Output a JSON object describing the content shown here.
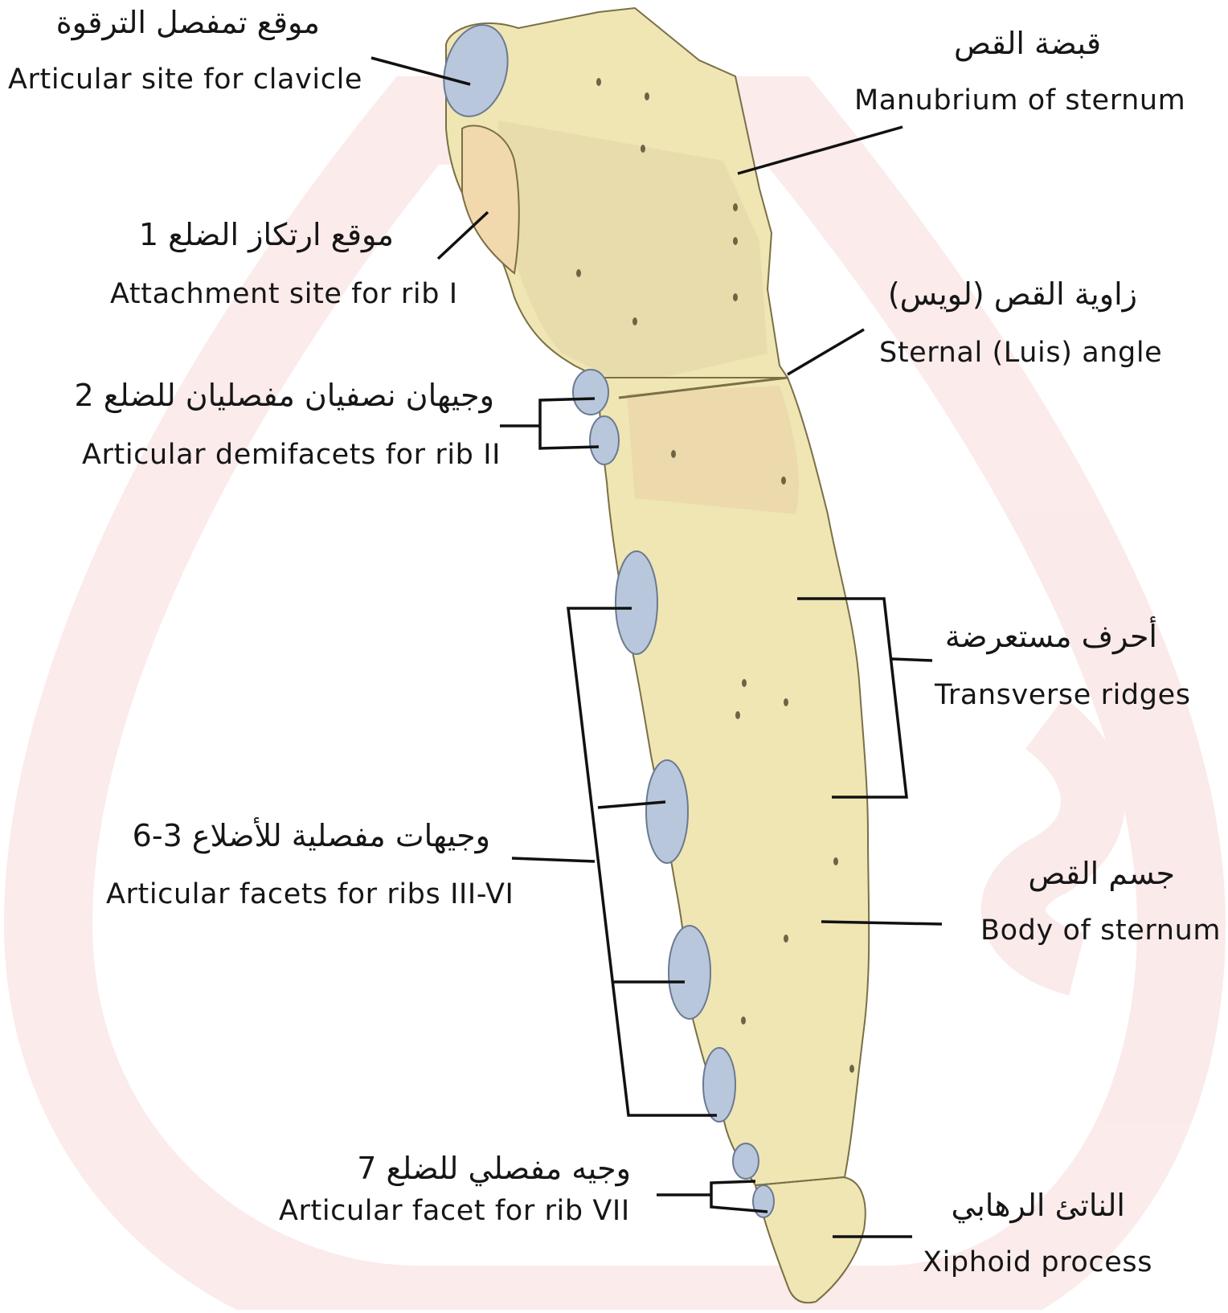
{
  "labels": {
    "clavicle": {
      "ar": "موقع تمفصل الترقوة",
      "en": "Articular site for clavicle"
    },
    "rib1": {
      "ar": "موقع ارتكاز الضلع 1",
      "en": "Attachment site for rib I"
    },
    "rib2": {
      "ar": "وجيهان نصفيان مفصليان للضلع 2",
      "en": "Articular demifacets for rib II"
    },
    "ribs3_6": {
      "ar": "وجيهات مفصلية للأضلاع 3-6",
      "en": "Articular facets for ribs III-VI"
    },
    "rib7": {
      "ar": "وجيه مفصلي للضلع 7",
      "en": "Articular facet for rib VII"
    },
    "manubrium": {
      "ar": "قبضة القص",
      "en": "Manubrium of sternum"
    },
    "sternal_angle": {
      "ar": "زاوية القص (لويس)",
      "en": "Sternal (Luis) angle"
    },
    "ridges": {
      "ar": "أحرف مستعرضة",
      "en": "Transverse ridges"
    },
    "body": {
      "ar": "جسم القص",
      "en": "Body of sternum"
    },
    "xiphoid": {
      "ar": "الناتئ الرهابي",
      "en": "Xiphoid process"
    }
  },
  "colors": {
    "bone": "#efe6b4",
    "bone_shadow": "#d8c98e",
    "facet": "#b9c7dc",
    "watermark": "#f7d6d6",
    "leader": "#111111"
  }
}
